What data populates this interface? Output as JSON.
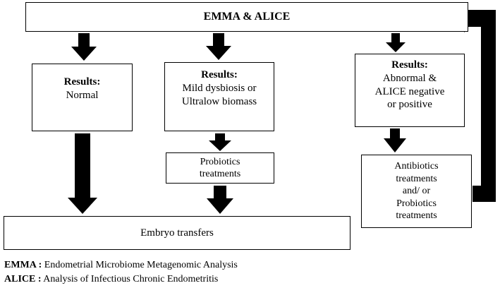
{
  "diagram": {
    "top_box": {
      "label": "EMMA & ALICE"
    },
    "normal_box": {
      "heading": "Results:",
      "line1": "Normal"
    },
    "dysbiosis_box": {
      "heading": "Results:",
      "line1": "Mild dysbiosis or",
      "line2": "Ultralow biomass"
    },
    "abnormal_box": {
      "heading": "Results:",
      "line1": "Abnormal &",
      "line2": "ALICE negative",
      "line3": "or positive"
    },
    "probiotics_box": {
      "line1": "Probiotics",
      "line2": "treatments"
    },
    "antibiotics_box": {
      "line1": "Antibiotics",
      "line2": "treatments",
      "line3": "and/ or",
      "line4": "Probiotics",
      "line5": "treatments"
    },
    "transfer_box": {
      "label": "Embryo transfers"
    }
  },
  "legend": [
    {
      "term": "EMMA :",
      "definition": " Endometrial Microbiome Metagenomic Analysis"
    },
    {
      "term": "ALICE :",
      "definition": " Analysis of Infectious Chronic Endometritis"
    }
  ]
}
